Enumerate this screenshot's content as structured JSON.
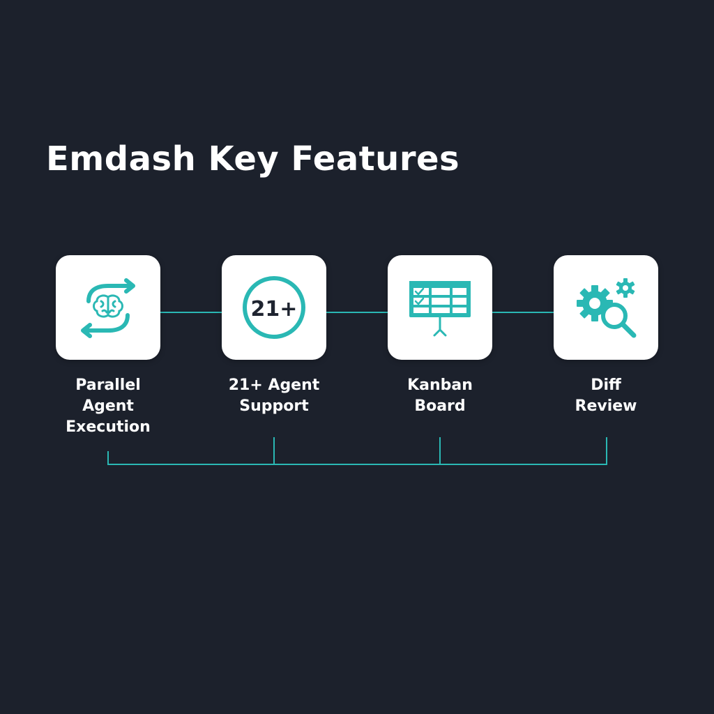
{
  "title": "Emdash Key Features",
  "accent_color": "#2ab8b4",
  "background_color": "#1c212c",
  "features": [
    {
      "icon": "brain-sync-icon",
      "label_lines": [
        "Parallel",
        "Agent",
        "Execution"
      ]
    },
    {
      "icon": "count-badge-icon",
      "badge_text": "21+",
      "label_lines": [
        "21+ Agent",
        "Support"
      ]
    },
    {
      "icon": "kanban-board-icon",
      "label_lines": [
        "Kanban",
        "Board"
      ]
    },
    {
      "icon": "gear-magnifier-icon",
      "label_lines": [
        "Diff",
        "Review"
      ]
    }
  ]
}
